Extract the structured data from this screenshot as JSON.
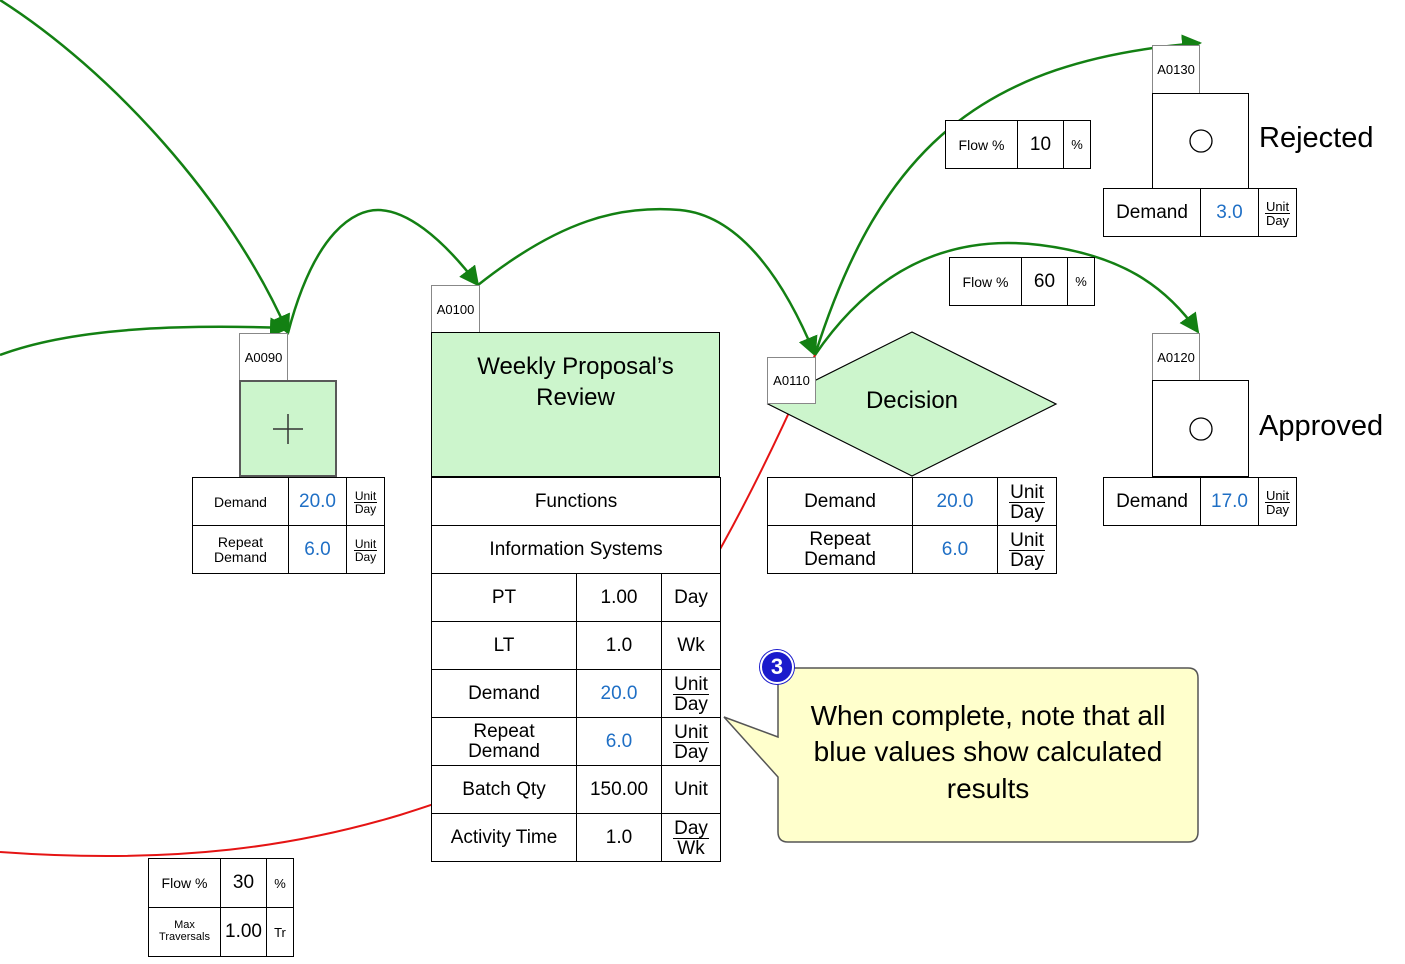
{
  "units": {
    "unit": "Unit",
    "day": "Day",
    "wk": "Wk",
    "percent": "%",
    "tr": "Tr"
  },
  "labels": {
    "demand": "Demand",
    "repeat_demand": "Repeat Demand",
    "flow_pct": "Flow %",
    "max_traversals": "Max Traversals"
  },
  "node_a0090": {
    "id": "A0090",
    "icon": "plus-icon",
    "demand": "20.0",
    "repeat_demand": "6.0"
  },
  "node_a0100": {
    "id": "A0100",
    "title": "Weekly Proposal’s Review",
    "functions": "Functions",
    "info_systems": "Information Systems",
    "pt_label": "PT",
    "pt_value": "1.00",
    "lt_label": "LT",
    "lt_value": "1.0",
    "demand": "20.0",
    "repeat_demand": "6.0",
    "batch_label": "Batch Qty",
    "batch_value": "150.00",
    "activity_label": "Activity Time",
    "activity_value": "1.0"
  },
  "node_a0110": {
    "id": "A0110",
    "title": "Decision",
    "demand": "20.0",
    "repeat_demand": "6.0"
  },
  "node_a0130": {
    "id": "A0130",
    "icon": "circle-icon",
    "label": "Rejected",
    "demand": "3.0"
  },
  "node_a0120": {
    "id": "A0120",
    "icon": "circle-icon",
    "label": "Approved",
    "demand": "17.0"
  },
  "flow_rejected": {
    "value": "10"
  },
  "flow_approved": {
    "value": "60"
  },
  "flow_loop": {
    "value": "30",
    "max_traversals": "1.00"
  },
  "callout": {
    "number": "3",
    "text": "When complete, note that all blue values show calculated results"
  },
  "colors": {
    "flow_arrow": "#138013",
    "loop_arrow": "#e51414",
    "node_fill": "#ccf5cc",
    "calculated_value": "#1f6fc5",
    "callout_fill": "#ffffcc",
    "badge": "#1a1acc"
  }
}
